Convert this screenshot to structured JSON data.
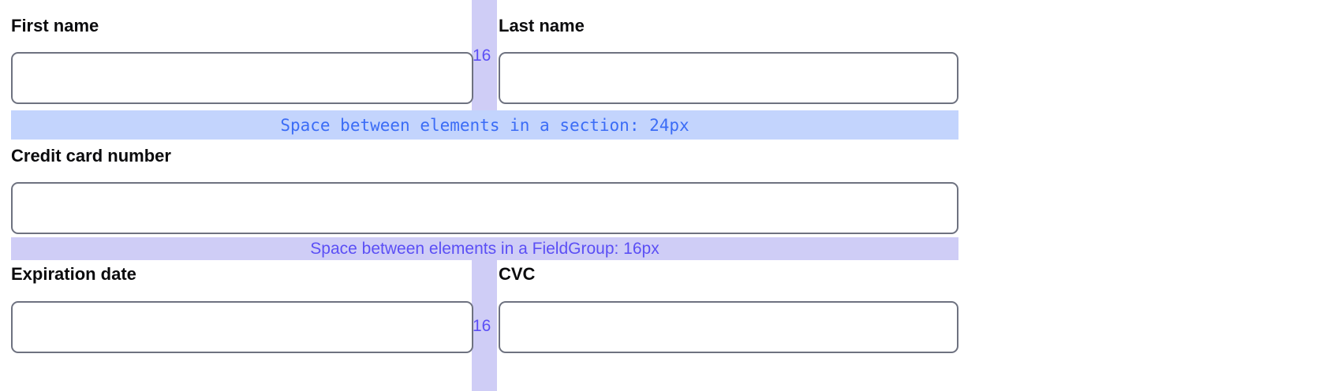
{
  "form": {
    "rows": [
      {
        "fields": [
          {
            "label": "First name",
            "value": "",
            "placeholder": ""
          },
          {
            "label": "Last name",
            "value": "",
            "placeholder": ""
          }
        ],
        "gap_label": "16"
      },
      {
        "fields": [
          {
            "label": "Credit card number",
            "value": "",
            "placeholder": ""
          }
        ]
      },
      {
        "fields": [
          {
            "label": "Expiration date",
            "value": "",
            "placeholder": ""
          },
          {
            "label": "CVC",
            "value": "",
            "placeholder": ""
          }
        ],
        "gap_label": "16"
      }
    ]
  },
  "annotations": {
    "section_spacing": {
      "text": "Space between elements in a section: 24px",
      "value": "24px",
      "background": "#c3d4fd",
      "color": "#3b6cf6"
    },
    "fieldgroup_spacing": {
      "text": "Space between elements in a FieldGroup: 16px",
      "value": "16px",
      "background": "#cfcdf6",
      "color": "#5b4ff5"
    },
    "column_gap": {
      "label": "16",
      "background": "#cfcdf6",
      "color": "#5b4ff5"
    }
  },
  "theme": {
    "page_background": "#ffffff",
    "input_border": "#6e7280",
    "label_color": "#0b0b0d",
    "accent_violet": "#5b4ff5",
    "accent_blue": "#3b6cf6"
  }
}
